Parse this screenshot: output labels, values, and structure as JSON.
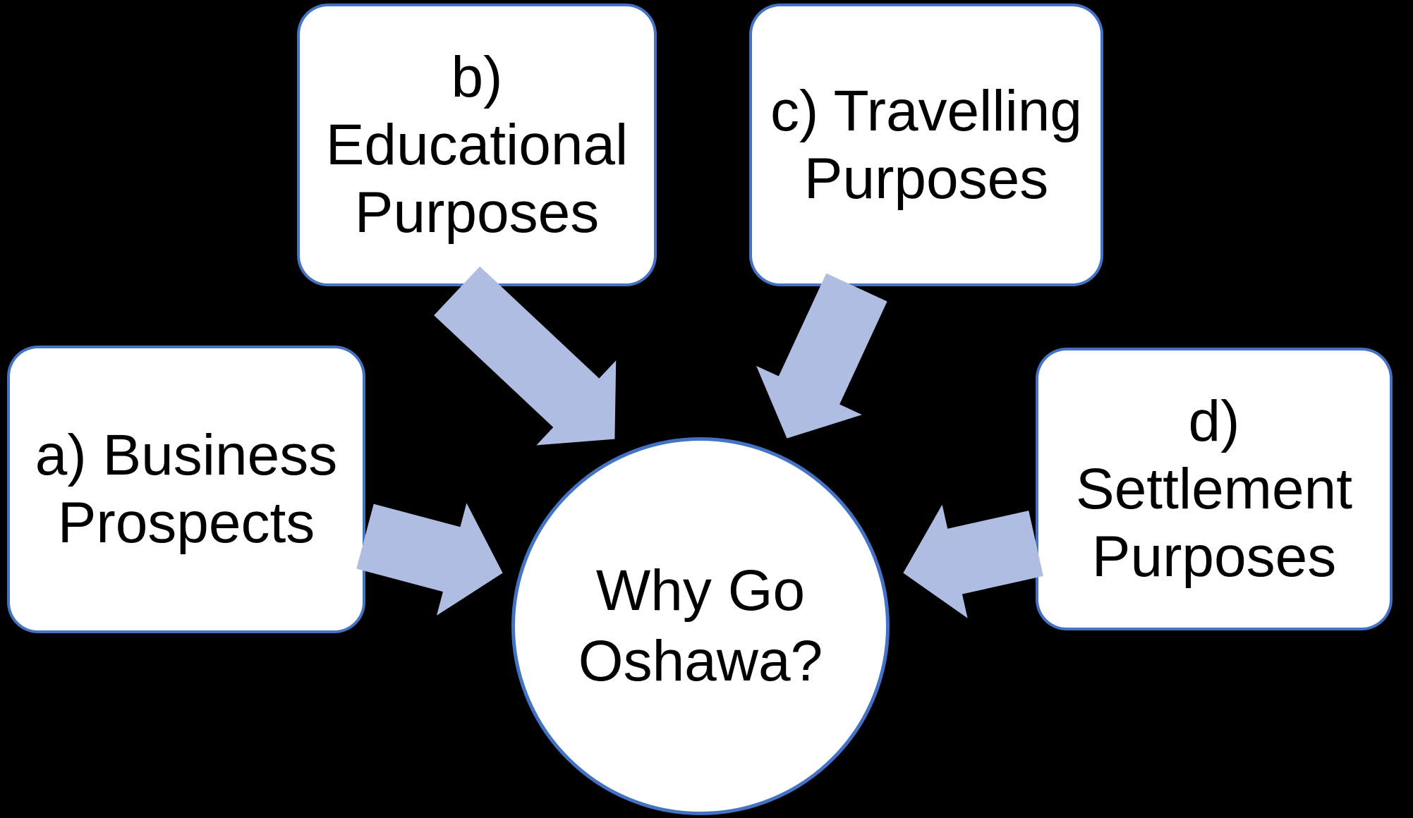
{
  "diagram": {
    "center": {
      "id": "center",
      "shape": "circle",
      "lines": [
        "Why Go",
        "Oshawa?"
      ]
    },
    "nodes": [
      {
        "id": "a",
        "shape": "rounded-rectangle",
        "lines": [
          "a) Business",
          "Prospects"
        ]
      },
      {
        "id": "b",
        "shape": "rounded-rectangle",
        "lines": [
          "b)",
          "Educational",
          "Purposes"
        ]
      },
      {
        "id": "c",
        "shape": "rounded-rectangle",
        "lines": [
          "c) Travelling",
          "Purposes"
        ]
      },
      {
        "id": "d",
        "shape": "rounded-rectangle",
        "lines": [
          "d)",
          "Settlement",
          "Purposes"
        ]
      }
    ],
    "arrows": [
      {
        "from": "a",
        "to": "center"
      },
      {
        "from": "b",
        "to": "center"
      },
      {
        "from": "c",
        "to": "center"
      },
      {
        "from": "d",
        "to": "center"
      }
    ],
    "colors": {
      "background": "#000000",
      "shape_fill": "#ffffff",
      "shape_border": "#4472c4",
      "arrow_fill": "#b0bde3",
      "text": "#000000"
    }
  }
}
